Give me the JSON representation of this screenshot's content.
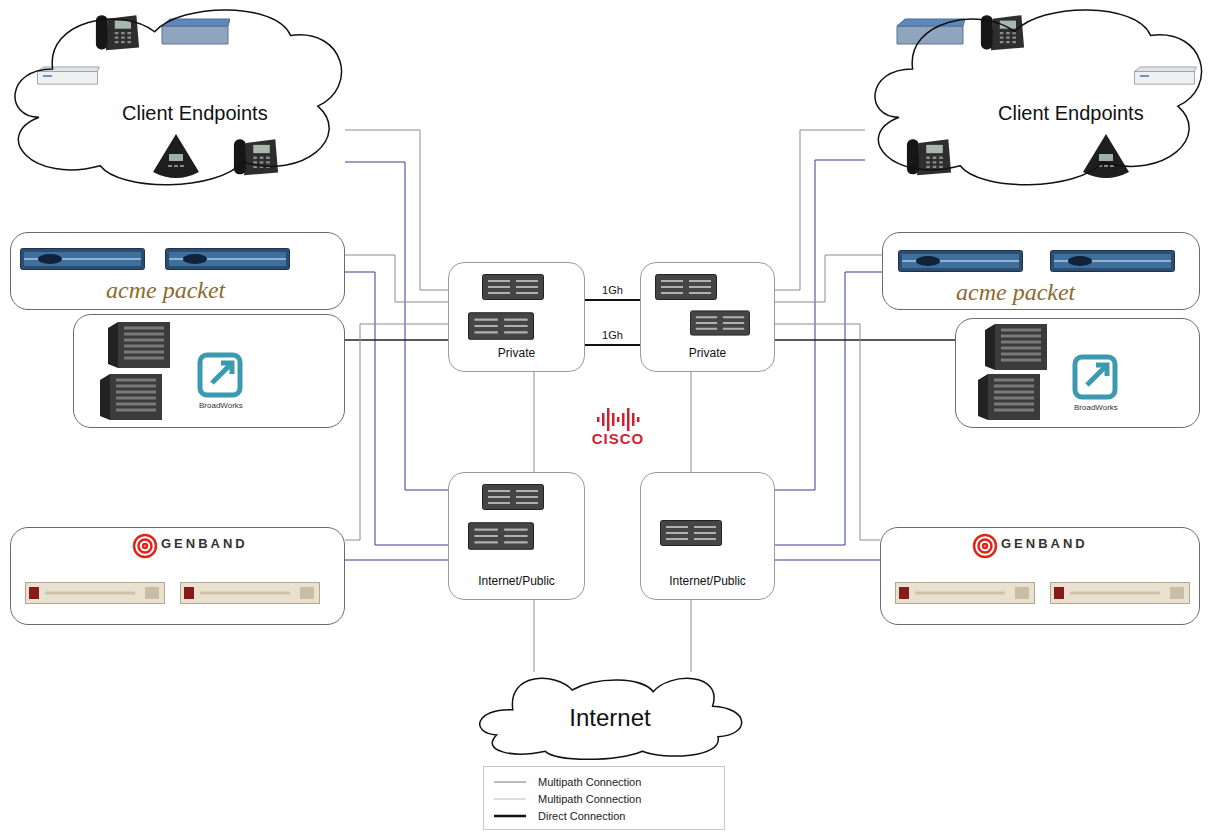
{
  "diagram": {
    "nodes": [
      {
        "text": [
          "Client Endpoints"
        ]
      },
      {
        "text": [
          "Client Endpoints"
        ]
      },
      {
        "text": [
          "acme packet"
        ]
      },
      {
        "text": [
          "Private"
        ]
      },
      {
        "text": [
          "Private"
        ]
      },
      {
        "text": [
          "acme packet"
        ]
      },
      {
        "text": [
          "BroadWorks"
        ]
      },
      {
        "text": [
          "BroadWorks"
        ]
      },
      {
        "text": [
          "GENBAND"
        ]
      },
      {
        "text": [
          "Internet/Public"
        ]
      },
      {
        "text": [
          "Internet/Public"
        ]
      },
      {
        "text": [
          "GENBAND"
        ]
      },
      {
        "text": [
          "Internet"
        ]
      }
    ],
    "edges": [
      {
        "from": 0,
        "to": 3,
        "arrow": "none"
      },
      {
        "from": 0,
        "to": 9,
        "arrow": "none"
      },
      {
        "from": 2,
        "to": 3,
        "arrow": "none"
      },
      {
        "from": 2,
        "to": 9,
        "arrow": "none"
      },
      {
        "from": 6,
        "to": 3,
        "arrow": "none"
      },
      {
        "from": 8,
        "to": 3,
        "arrow": "none"
      },
      {
        "from": 8,
        "to": 9,
        "arrow": "none"
      },
      {
        "from": 3,
        "to": 4,
        "label": "1Gh",
        "arrow": "none"
      },
      {
        "from": 3,
        "to": 4,
        "label": "1Gh",
        "arrow": "none"
      },
      {
        "from": 3,
        "to": 9,
        "arrow": "none"
      },
      {
        "from": 4,
        "to": 10,
        "arrow": "none"
      },
      {
        "from": 9,
        "to": 12,
        "arrow": "none"
      },
      {
        "from": 10,
        "to": 12,
        "arrow": "none"
      },
      {
        "from": 1,
        "to": 4,
        "arrow": "none"
      },
      {
        "from": 1,
        "to": 10,
        "arrow": "none"
      },
      {
        "from": 5,
        "to": 4,
        "arrow": "none"
      },
      {
        "from": 5,
        "to": 10,
        "arrow": "none"
      },
      {
        "from": 7,
        "to": 4,
        "arrow": "none"
      },
      {
        "from": 11,
        "to": 4,
        "arrow": "none"
      },
      {
        "from": 11,
        "to": 10,
        "arrow": "none"
      }
    ],
    "labels": [
      "CISCO"
    ],
    "legend": [
      {
        "text": "Multipath Connection"
      },
      {
        "text": "Multipath Connection"
      },
      {
        "text": "Direct Connection"
      }
    ]
  }
}
